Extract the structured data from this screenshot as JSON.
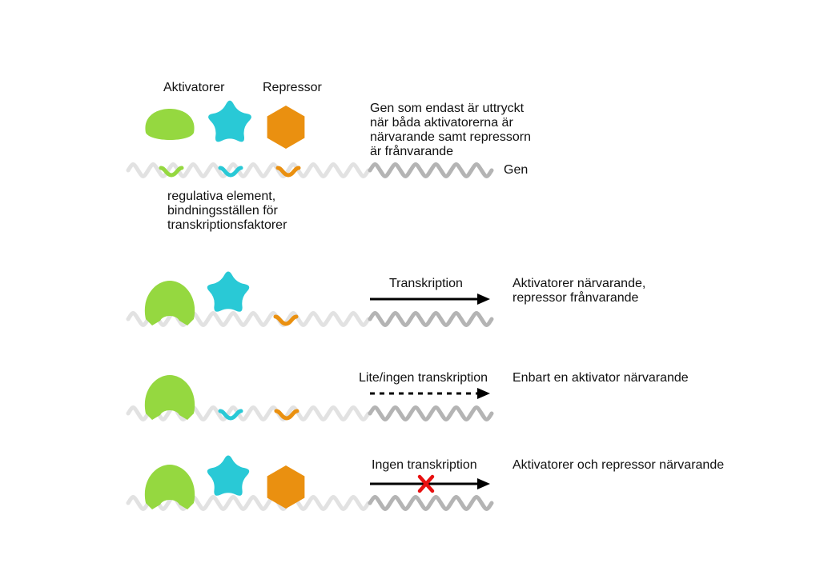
{
  "legend": {
    "activators_label": "Aktivatorer",
    "repressor_label": "Repressor",
    "gene_description": "Gen som endast är uttryckt\nnär båda aktivatorerna är\nnärvarande samt repressorn\när frånvarande",
    "gene_label": "Gen",
    "regulatory_elements_label": "regulativa element,\nbindningsställen för\ntranskriptionsfaktorer"
  },
  "scenarios": [
    {
      "arrow_label": "Transkription",
      "arrow_style": "solid",
      "outcome": "Aktivatorer närvarande,\nrepressor frånvarande"
    },
    {
      "arrow_label": "Lite/ingen transkription",
      "arrow_style": "dashed",
      "outcome": "Enbart en aktivator närvarande"
    },
    {
      "arrow_label": "Ingen transkription",
      "arrow_style": "blocked",
      "outcome": "Aktivatorer och repressor närvarande"
    }
  ],
  "colors": {
    "activator_1": "#95d840",
    "activator_2": "#29c9d6",
    "repressor": "#ea9010",
    "dna_light": "#e2e2e2",
    "gene": "#b4b4b4",
    "arrow": "#000000",
    "block_mark": "#e81010"
  }
}
